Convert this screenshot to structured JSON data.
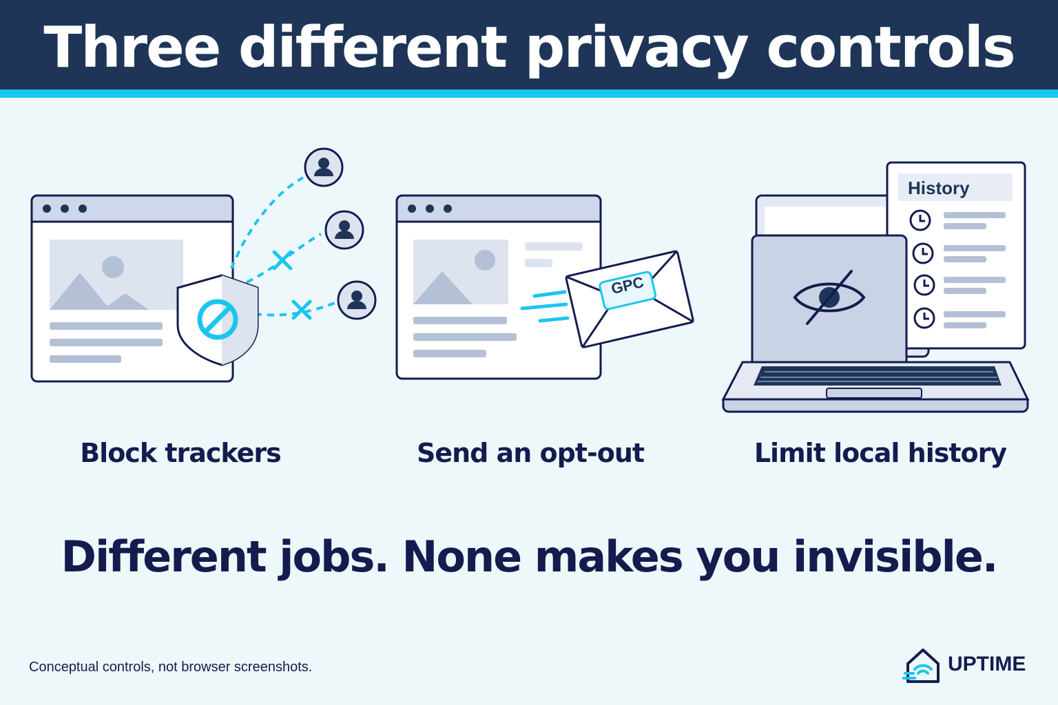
{
  "header": {
    "title": "Three different privacy controls"
  },
  "panels": [
    {
      "caption": "Block trackers",
      "icon": "shield-block-icon"
    },
    {
      "caption": "Send an opt-out",
      "icon": "envelope-icon",
      "badge": "GPC"
    },
    {
      "caption": "Limit local history",
      "icon": "laptop-eye-off-icon",
      "history_title": "History"
    }
  ],
  "tagline": "Different jobs. None makes you invisible.",
  "footnote": "Conceptual controls, not browser screenshots.",
  "logo": {
    "text": "UPTIME"
  },
  "colors": {
    "navy": "#1e3558",
    "accent": "#1cc5ee",
    "ink": "#141c4e",
    "background": "#eef8fb"
  }
}
